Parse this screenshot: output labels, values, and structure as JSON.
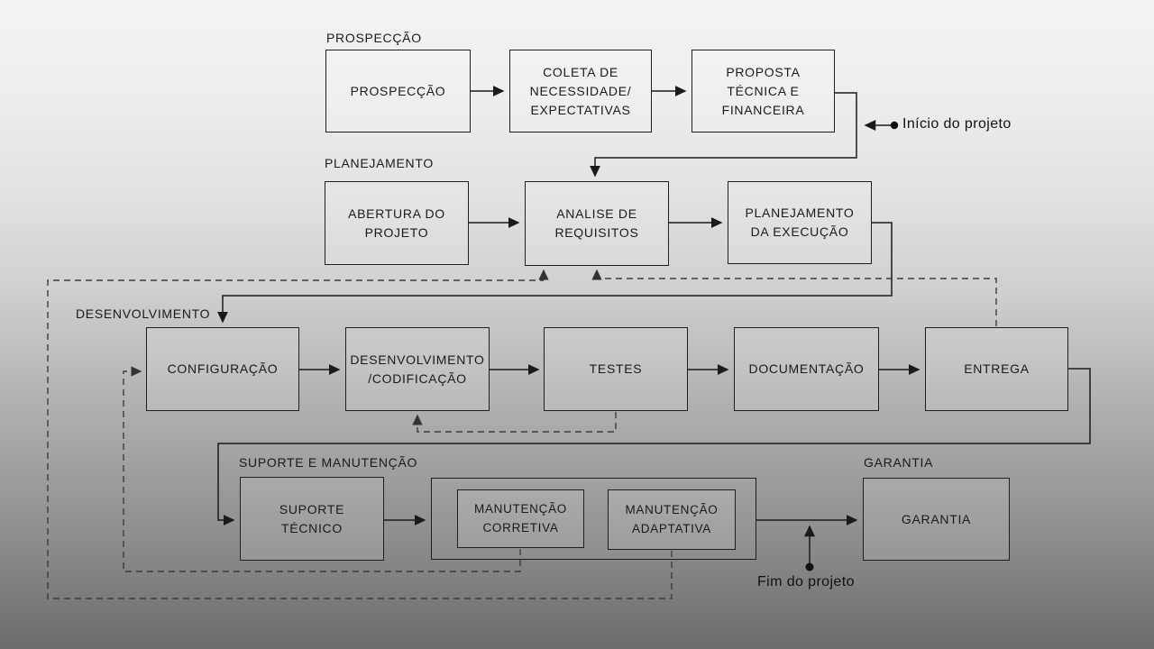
{
  "section_labels": {
    "prospeccao": "PROSPECÇÃO",
    "planejamento": "PLANEJAMENTO",
    "desenvolvimento": "DESENVOLVIMENTO",
    "suporte_manutencao": "SUPORTE E MANUTENÇÃO",
    "garantia": "GARANTIA"
  },
  "nodes": {
    "prospeccao": "PROSPECÇÃO",
    "coleta": "COLETA DE NECESSIDADE/ EXPECTATIVAS",
    "proposta": "PROPOSTA TÉCNICA E FINANCEIRA",
    "abertura": "ABERTURA DO PROJETO",
    "analise": "ANALISE DE REQUISITOS",
    "planejamento_execucao": "PLANEJAMENTO DA EXECUÇÃO",
    "configuracao": "CONFIGURAÇÃO",
    "desenvolvimento_codificacao": "DESENVOLVIMENTO /CODIFICAÇÃO",
    "testes": "TESTES",
    "documentacao": "DOCUMENTAÇÃO",
    "entrega": "ENTREGA",
    "suporte_tecnico": "SUPORTE TÉCNICO",
    "manutencao_corretiva": "MANUTENÇÃO CORRETIVA",
    "manutencao_adaptativa": "MANUTENÇÃO ADAPTATIVA",
    "garantia": "GARANTIA"
  },
  "annotations": {
    "inicio": "Início do projeto",
    "fim": "Fim do projeto"
  },
  "colors": {
    "line": "#1a1a1a",
    "dashed_line": "#3c3c3c",
    "text": "#1a1a1a",
    "background_top": "#f3f3f3",
    "background_bottom": "#6d6d6d"
  }
}
